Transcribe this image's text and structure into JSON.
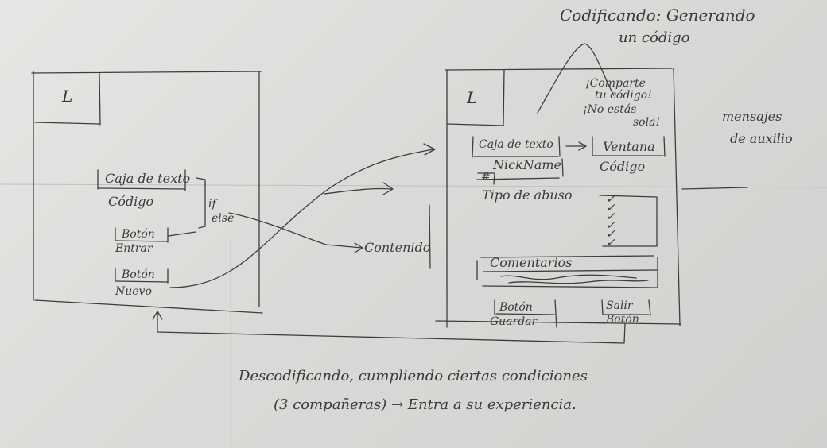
{
  "top_note": {
    "line1": "Codificando: Generando",
    "line2": "un código"
  },
  "left_screen": {
    "logo": "L",
    "textbox_label": "Caja de texto",
    "textbox_caption": "Código",
    "button_enter_label": "Botón",
    "button_enter_caption": "Entrar",
    "button_new_label": "Botón",
    "button_new_caption": "Nuevo",
    "if_else": {
      "if": "if",
      "else": "else"
    }
  },
  "middle_label": "Contenido",
  "right_screen": {
    "logo": "L",
    "share_message": {
      "line1": "¡Comparte",
      "line2": "tu código!",
      "line3": "¡No estás",
      "line4": "sola!"
    },
    "textbox_label": "Caja de texto",
    "nickname_label": "NickName",
    "hash_label": "#",
    "window_label": "Ventana",
    "window_caption": "Código",
    "abuse_label": "Tipo de abuso",
    "checks": [
      "✓",
      "✓",
      "✓",
      "✓",
      "✓",
      "✓"
    ],
    "comments_label": "Comentarios",
    "save_button": {
      "label": "Botón",
      "caption": "Guardar"
    },
    "exit_button": {
      "label": "Salir",
      "caption": "Botón"
    }
  },
  "side_note": {
    "line1": "mensajes",
    "line2": "de auxilio"
  },
  "bottom_note": {
    "line1": "Descodificando, cumpliendo ciertas condiciones",
    "line2": "(3 compañeras) → Entra a su experiencia."
  },
  "colors": {
    "ink": "#3a3a3a",
    "paper": "#dcdddb"
  }
}
